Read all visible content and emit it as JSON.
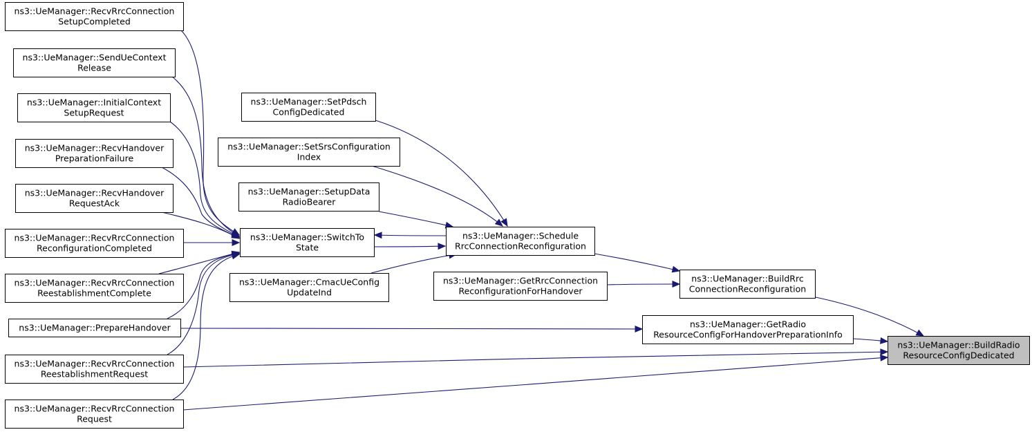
{
  "nodes": [
    {
      "id": "recv_setup_completed",
      "lines": [
        "ns3::UeManager::RecvRrcConnection",
        "SetupCompleted"
      ]
    },
    {
      "id": "send_ue_context_release",
      "lines": [
        "ns3::UeManager::SendUeContext",
        "Release"
      ]
    },
    {
      "id": "initial_context_setup_request",
      "lines": [
        "ns3::UeManager::InitialContext",
        "SetupRequest"
      ]
    },
    {
      "id": "recv_handover_preparation_failure",
      "lines": [
        "ns3::UeManager::RecvHandover",
        "PreparationFailure"
      ]
    },
    {
      "id": "recv_handover_request_ack",
      "lines": [
        "ns3::UeManager::RecvHandover",
        "RequestAck"
      ]
    },
    {
      "id": "recv_reconfiguration_completed",
      "lines": [
        "ns3::UeManager::RecvRrcConnection",
        "ReconfigurationCompleted"
      ]
    },
    {
      "id": "recv_reestablishment_complete",
      "lines": [
        "ns3::UeManager::RecvRrcConnection",
        "ReestablishmentComplete"
      ]
    },
    {
      "id": "prepare_handover",
      "lines": [
        "ns3::UeManager::PrepareHandover"
      ]
    },
    {
      "id": "recv_reestablishment_request",
      "lines": [
        "ns3::UeManager::RecvRrcConnection",
        "ReestablishmentRequest"
      ]
    },
    {
      "id": "recv_connection_request",
      "lines": [
        "ns3::UeManager::RecvRrcConnection",
        "Request"
      ]
    },
    {
      "id": "set_pdsch_config_dedicated",
      "lines": [
        "ns3::UeManager::SetPdsch",
        "ConfigDedicated"
      ]
    },
    {
      "id": "set_srs_configuration_index",
      "lines": [
        "ns3::UeManager::SetSrsConfiguration",
        "Index"
      ]
    },
    {
      "id": "setup_data_radio_bearer",
      "lines": [
        "ns3::UeManager::SetupData",
        "RadioBearer"
      ]
    },
    {
      "id": "switch_to_state",
      "lines": [
        "ns3::UeManager::SwitchTo",
        "State"
      ]
    },
    {
      "id": "cmac_ue_config_update_ind",
      "lines": [
        "ns3::UeManager::CmacUeConfig",
        "UpdateInd"
      ]
    },
    {
      "id": "schedule_rrc_connection_reconfiguration",
      "lines": [
        "ns3::UeManager::Schedule",
        "RrcConnectionReconfiguration"
      ]
    },
    {
      "id": "get_rrc_connection_reconfiguration_for_handover",
      "lines": [
        "ns3::UeManager::GetRrcConnection",
        "ReconfigurationForHandover"
      ]
    },
    {
      "id": "build_rrc_connection_reconfiguration",
      "lines": [
        "ns3::UeManager::BuildRrc",
        "ConnectionReconfiguration"
      ]
    },
    {
      "id": "get_radio_resource_config_for_handover_preparation_info",
      "lines": [
        "ns3::UeManager::GetRadio",
        "ResourceConfigForHandoverPreparationInfo"
      ]
    },
    {
      "id": "build_radio_resource_config_dedicated",
      "lines": [
        "ns3::UeManager::BuildRadio",
        "ResourceConfigDedicated"
      ],
      "highlighted": true
    }
  ],
  "edges": [
    {
      "from": "recv_setup_completed",
      "to": "switch_to_state"
    },
    {
      "from": "send_ue_context_release",
      "to": "switch_to_state"
    },
    {
      "from": "initial_context_setup_request",
      "to": "switch_to_state"
    },
    {
      "from": "recv_handover_preparation_failure",
      "to": "switch_to_state"
    },
    {
      "from": "recv_handover_request_ack",
      "to": "switch_to_state"
    },
    {
      "from": "recv_reconfiguration_completed",
      "to": "switch_to_state"
    },
    {
      "from": "recv_reestablishment_complete",
      "to": "switch_to_state"
    },
    {
      "from": "prepare_handover",
      "to": "switch_to_state"
    },
    {
      "from": "recv_reestablishment_request",
      "to": "switch_to_state"
    },
    {
      "from": "recv_connection_request",
      "to": "switch_to_state"
    },
    {
      "from": "switch_to_state",
      "to": "schedule_rrc_connection_reconfiguration"
    },
    {
      "from": "schedule_rrc_connection_reconfiguration",
      "to": "switch_to_state"
    },
    {
      "from": "set_pdsch_config_dedicated",
      "to": "schedule_rrc_connection_reconfiguration"
    },
    {
      "from": "set_srs_configuration_index",
      "to": "schedule_rrc_connection_reconfiguration"
    },
    {
      "from": "setup_data_radio_bearer",
      "to": "schedule_rrc_connection_reconfiguration"
    },
    {
      "from": "cmac_ue_config_update_ind",
      "to": "schedule_rrc_connection_reconfiguration"
    },
    {
      "from": "schedule_rrc_connection_reconfiguration",
      "to": "build_rrc_connection_reconfiguration"
    },
    {
      "from": "get_rrc_connection_reconfiguration_for_handover",
      "to": "build_rrc_connection_reconfiguration"
    },
    {
      "from": "build_rrc_connection_reconfiguration",
      "to": "build_radio_resource_config_dedicated"
    },
    {
      "from": "prepare_handover",
      "to": "get_radio_resource_config_for_handover_preparation_info"
    },
    {
      "from": "get_radio_resource_config_for_handover_preparation_info",
      "to": "build_radio_resource_config_dedicated"
    },
    {
      "from": "recv_reestablishment_request",
      "to": "build_radio_resource_config_dedicated"
    },
    {
      "from": "recv_connection_request",
      "to": "build_radio_resource_config_dedicated"
    }
  ],
  "colors": {
    "edge": "#191970",
    "highlighted_fill": "#bfbfbf",
    "node_fill": "#ffffff",
    "node_border": "#000000"
  }
}
